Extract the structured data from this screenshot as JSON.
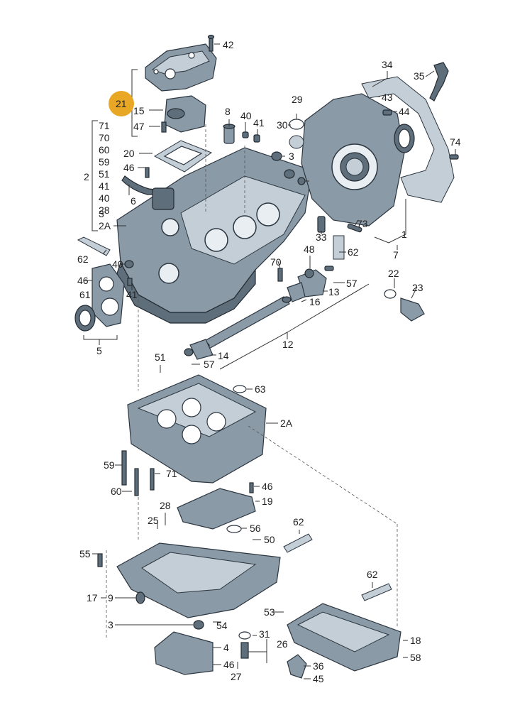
{
  "callouts": {
    "c1": "1",
    "c2": "2",
    "c2a_top": "2A",
    "c2a_mid": "2A",
    "c3_list": "3",
    "c3_mid": "3",
    "c3_pan": "3",
    "c4": "4",
    "c5": "5",
    "c6": "6",
    "c7": "7",
    "c8": "8",
    "c9": "9",
    "c12": "12",
    "c13": "13",
    "c14": "14",
    "c15": "15",
    "c16": "16",
    "c17": "17",
    "c18": "18",
    "c19": "19",
    "c20": "20",
    "c21": "21",
    "c22": "22",
    "c23": "23",
    "c25": "25",
    "c26": "26",
    "c27": "27",
    "c28_list": "28",
    "c28_mid": "28",
    "c29": "29",
    "c30": "30",
    "c31": "31",
    "c33": "33",
    "c34": "34",
    "c35": "35",
    "c36": "36",
    "c40_list": "40",
    "c40_top": "40",
    "c40_left": "40",
    "c41_list": "41",
    "c41_top": "41",
    "c41_left": "41",
    "c42": "42",
    "c43": "43",
    "c44": "44",
    "c45": "45",
    "c46_a": "46",
    "c46_b": "46",
    "c46_c": "46",
    "c47": "47",
    "c48": "48",
    "c50": "50",
    "c51_list": "51",
    "c51_mid": "51",
    "c53": "53",
    "c54": "54",
    "c55": "55",
    "c56": "56",
    "c57_a": "57",
    "c57_b": "57",
    "c58": "58",
    "c59_list": "59",
    "c59_mid": "59",
    "c60_list": "60",
    "c60_mid": "60",
    "c61": "61",
    "c62_a": "62",
    "c62_b": "62",
    "c62_c": "62",
    "c62_d": "62",
    "c63": "63",
    "c70_list": "70",
    "c70_mid": "70",
    "c71_list": "71",
    "c71_mid": "71",
    "c73": "73",
    "c74": "74"
  },
  "highlight": {
    "color": "#e8a826",
    "label": "21"
  },
  "colors": {
    "part": "#8a9aa6",
    "part_dark": "#5e6e7a",
    "line": "#333333"
  }
}
